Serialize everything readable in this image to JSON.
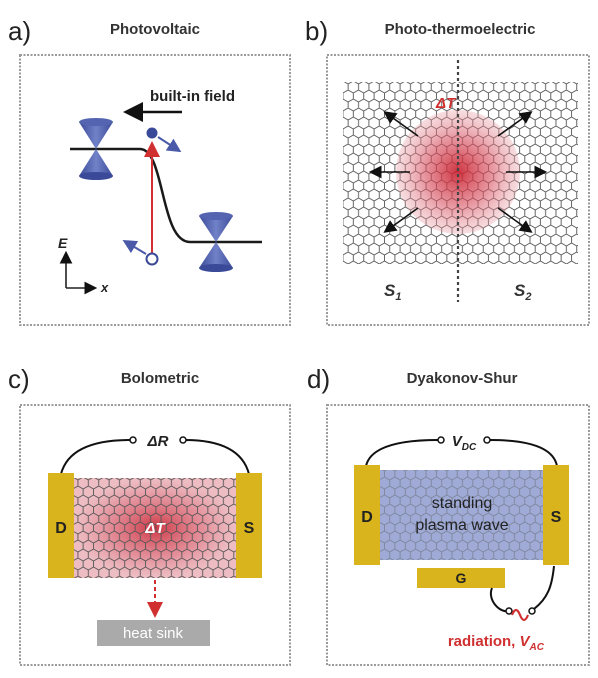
{
  "panels": {
    "a": {
      "label": "a)",
      "title": "Photovoltaic",
      "field_label": "built-in field",
      "axis_e": "E",
      "axis_x": "x"
    },
    "b": {
      "label": "b)",
      "title": "Photo-thermoelectric",
      "delta_t": "ΔT",
      "s1_main": "S",
      "s1_sub": "1",
      "s2_main": "S",
      "s2_sub": "2"
    },
    "c": {
      "label": "c)",
      "title": "Bolometric",
      "delta_r": "ΔR",
      "delta_t": "ΔT",
      "drain": "D",
      "source": "S",
      "heat_sink": "heat sink"
    },
    "d": {
      "label": "d)",
      "title": "Dyakonov-Shur",
      "vdc_main": "V",
      "vdc_sub": "DC",
      "wave_line1": "standing",
      "wave_line2": "plasma wave",
      "drain": "D",
      "source": "S",
      "gate": "G",
      "radiation": "radiation, ",
      "vac_main": "V",
      "vac_sub": "AC"
    }
  },
  "colors": {
    "cone": "#4a5aa8",
    "electrode": "#d9b41c",
    "heat": "#d02828",
    "plasma": "#7f8fc8",
    "heatsink": "#aaaaaa",
    "arrow_red": "#d03030"
  }
}
